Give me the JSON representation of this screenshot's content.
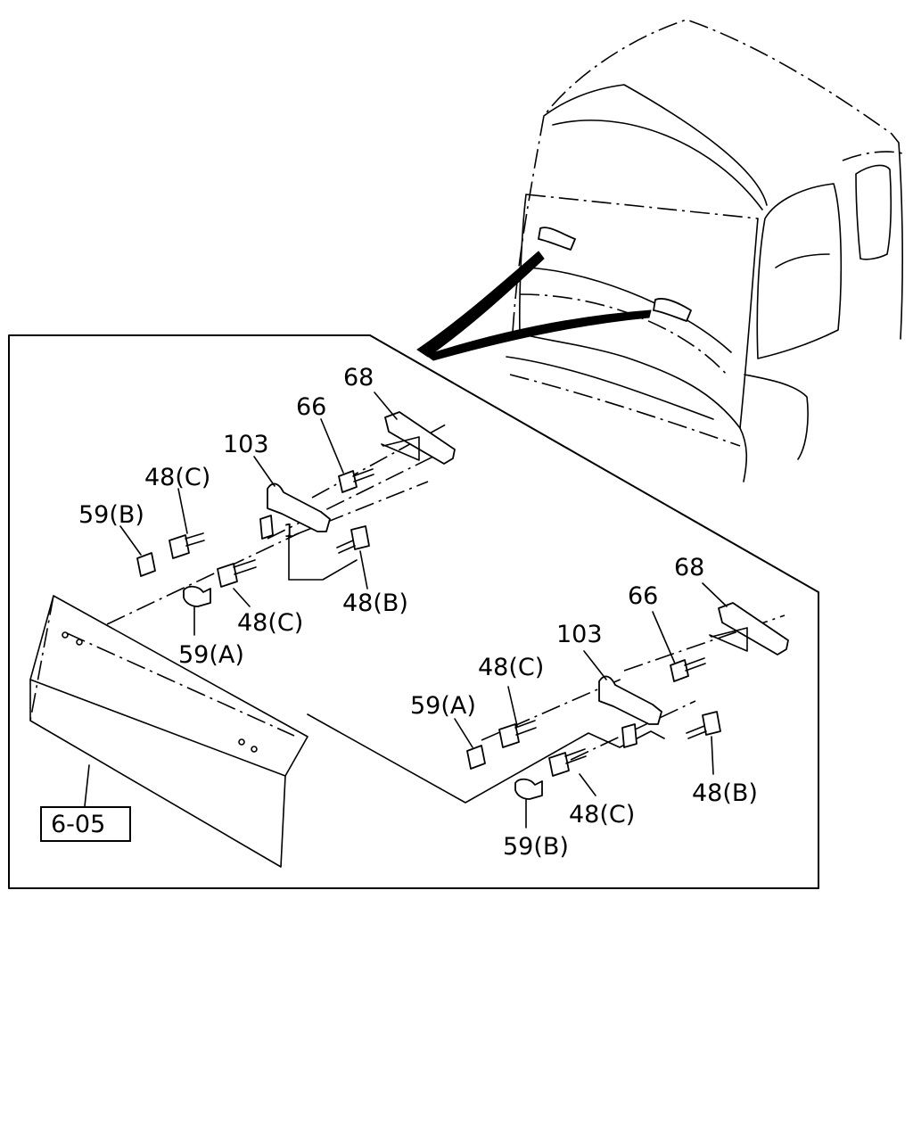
{
  "callouts": {
    "c68_a": "68",
    "c66_a": "66",
    "c103_a": "103",
    "c48c_a1": "48(C)",
    "c59b_a": "59(B)",
    "c48b_a": "48(B)",
    "c48c_a2": "48(C)",
    "c59a_a": "59(A)",
    "c1": "1",
    "c68_b": "68",
    "c66_b": "66",
    "c103_b": "103",
    "c48c_b1": "48(C)",
    "c59a_b": "59(A)",
    "c48b_b": "48(B)",
    "c48c_b2": "48(C)",
    "c59b_b": "59(B)",
    "ref": "6-05"
  }
}
